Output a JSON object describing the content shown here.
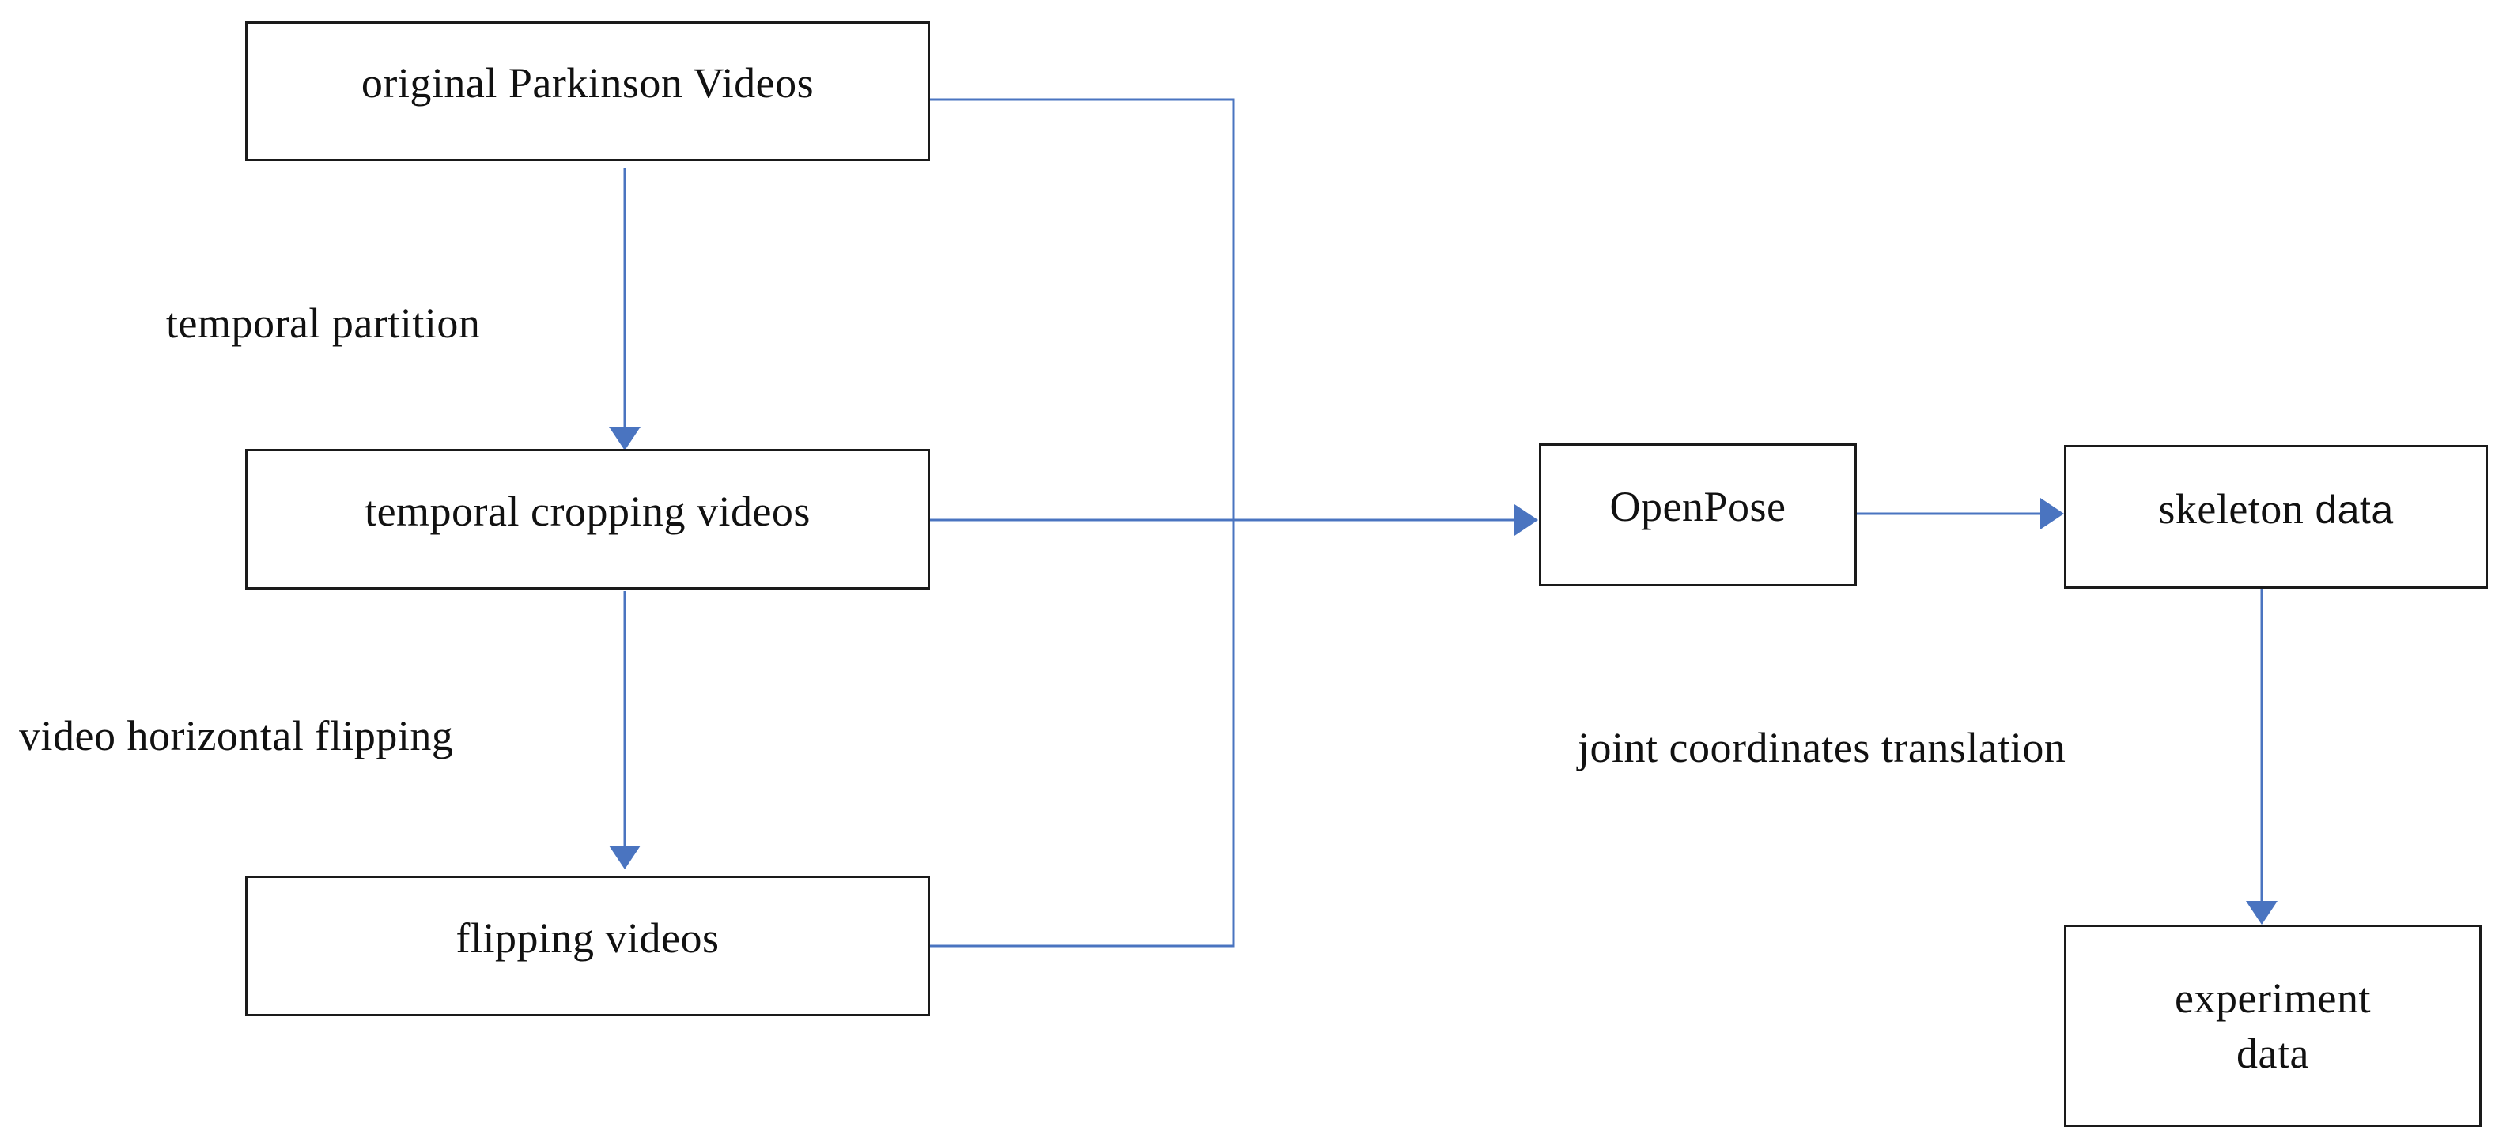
{
  "nodes": {
    "original": "original Parkinson Videos",
    "cropping": "temporal cropping videos",
    "flipping": "flipping videos",
    "openpose": "OpenPose",
    "skeleton_word": "skeleton",
    "skeleton_data_word": "data",
    "experiment_line1": "experiment",
    "experiment_line2": "data"
  },
  "edges": {
    "temporal_partition": "temporal partition",
    "horizontal_flipping": "video horizontal flipping",
    "coordinates_translation": "joint coordinates translation"
  },
  "colors": {
    "connector": "#4a74c0",
    "box_border": "#1a1a1a"
  }
}
